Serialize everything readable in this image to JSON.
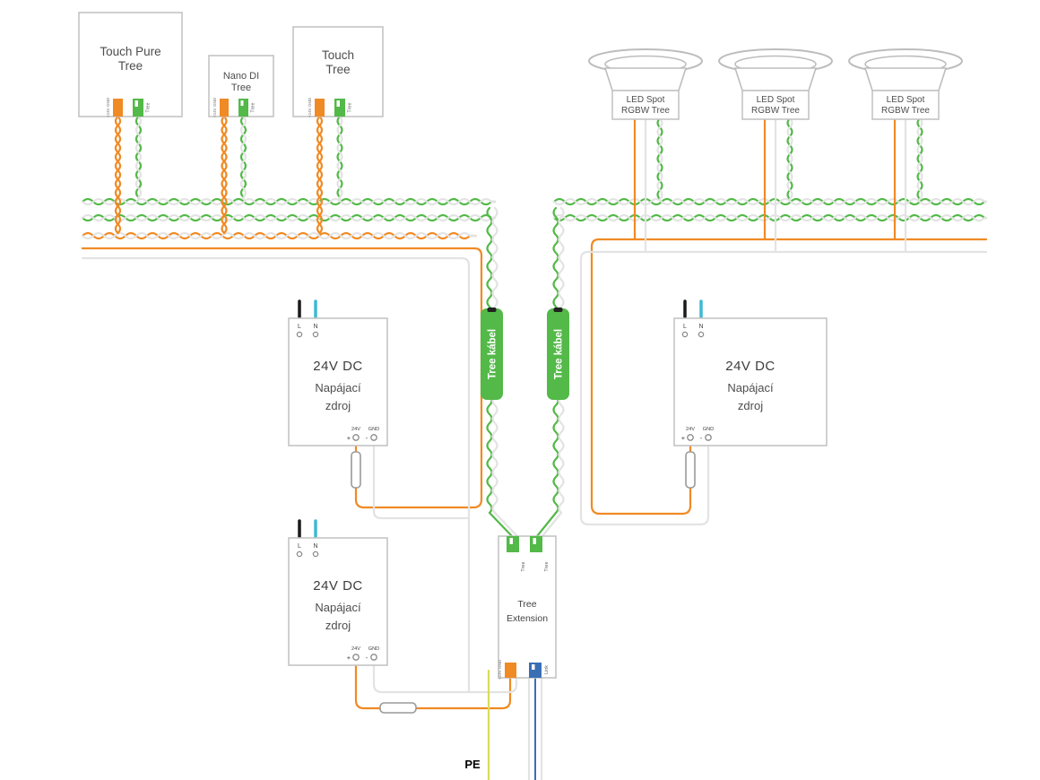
{
  "diagram": {
    "devices": [
      {
        "name": "Touch Pure Tree",
        "line1": "Touch Pure",
        "line2": "Tree"
      },
      {
        "name": "Nano DI Tree",
        "line1": "Nano DI",
        "line2": "Tree"
      },
      {
        "name": "Touch Tree",
        "line1": "Touch",
        "line2": "Tree"
      }
    ],
    "led_spot": {
      "line1": "LED Spot",
      "line2": "RGBW Tree"
    },
    "psu": {
      "title": "24V DC",
      "line2": "Napájací",
      "line3": "zdroj",
      "mains_l": "L",
      "mains_n": "N",
      "out_v": "24V",
      "out_gnd": "GND",
      "plus": "+",
      "minus": "-"
    },
    "tree_cable_label": "Tree kábel",
    "extension": {
      "line1": "Tree",
      "line2": "Extension"
    },
    "connector_labels": {
      "device_power": "+24V GND",
      "tree": "Tree",
      "link": "Link"
    },
    "pe": "PE",
    "colors": {
      "orange": "#F08A24",
      "green": "#53B948",
      "wire_white": "#E3E3E3",
      "black": "#1A1A1A",
      "cyan": "#3FB9D3",
      "blue": "#3A6FB5",
      "pe": "#D9DD55"
    }
  }
}
